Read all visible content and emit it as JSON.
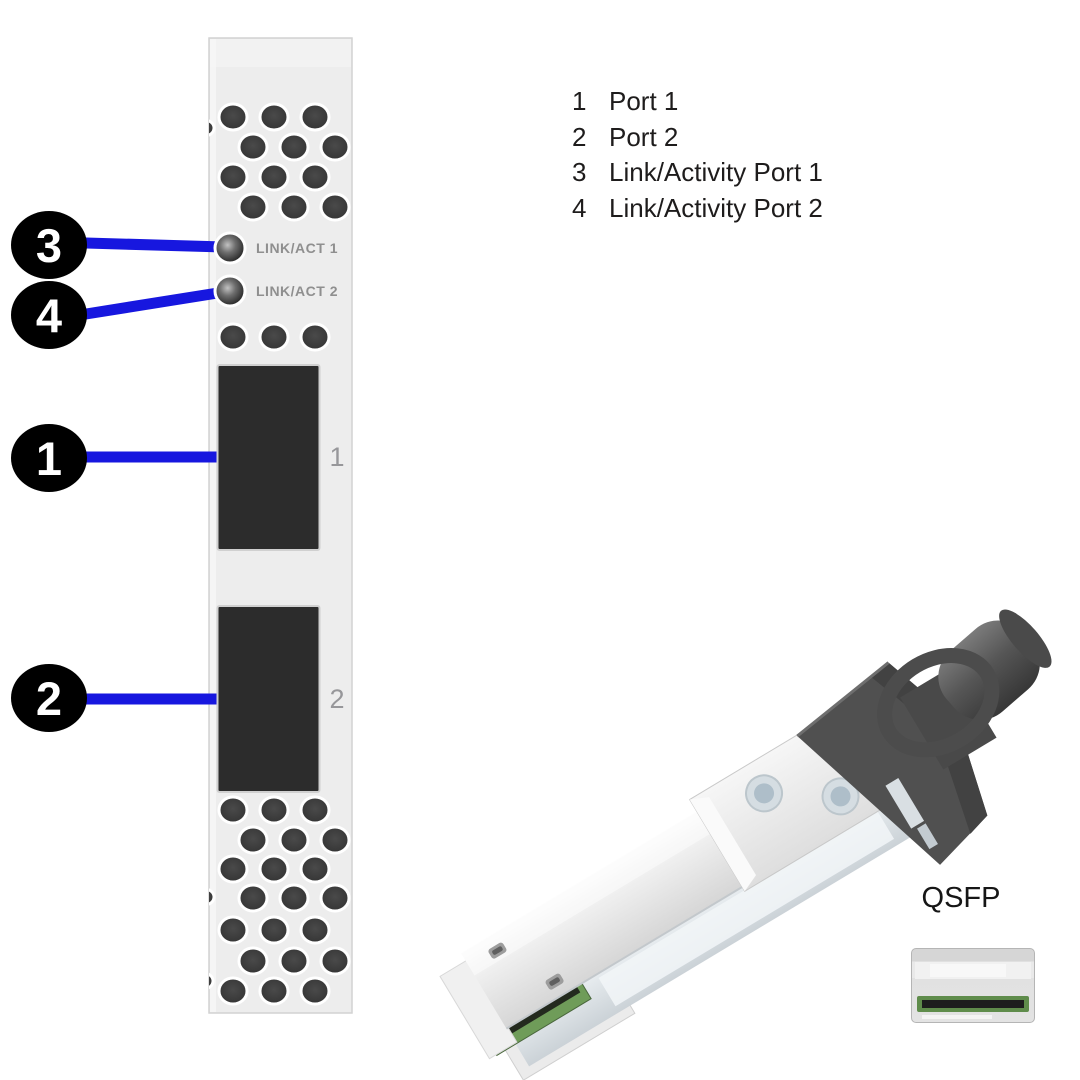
{
  "panel": {
    "led1_label": "LINK/ACT 1",
    "led2_label": "LINK/ACT 2",
    "port1_label": "1",
    "port2_label": "2"
  },
  "callouts": {
    "c1": "1",
    "c2": "2",
    "c3": "3",
    "c4": "4"
  },
  "legend": {
    "items": [
      {
        "num": "1",
        "label": "Port 1"
      },
      {
        "num": "2",
        "label": "Port 2"
      },
      {
        "num": "3",
        "label": "Link/Activity Port 1"
      },
      {
        "num": "4",
        "label": "Link/Activity Port 2"
      }
    ]
  },
  "transceiver": {
    "label": "QSFP"
  },
  "colors": {
    "callout_line": "#1717df",
    "panel_bg": "#ededed",
    "port_fill": "#2c2c2c",
    "hole_fill": "#3f3f3f",
    "led_label_color": "#8f8f8f",
    "legend_text": "#1e1c1c"
  }
}
